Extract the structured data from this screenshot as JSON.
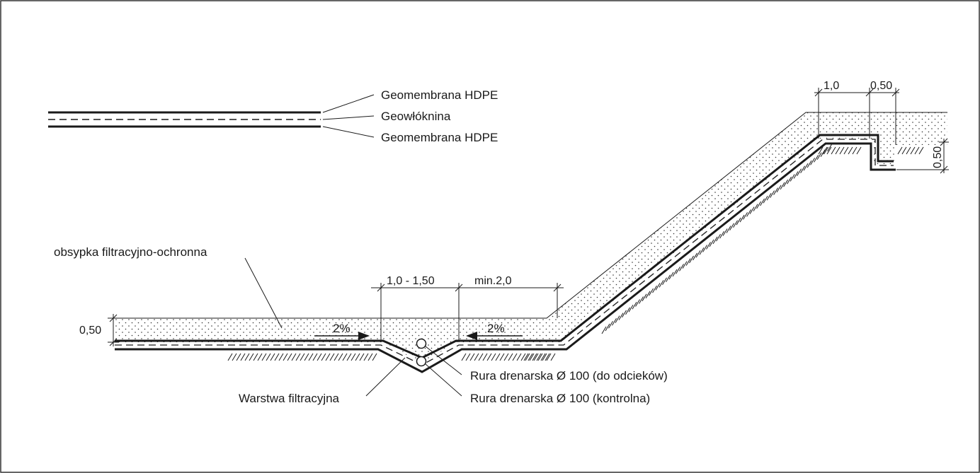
{
  "legend": {
    "membrane_top": "Geomembrana HDPE",
    "geotextile": "Geowłóknina",
    "membrane_bottom": "Geomembrana HDPE"
  },
  "labels": {
    "cover": "obsypka filtracyjno-ochronna",
    "filter_layer": "Warstwa filtracyjna",
    "pipe_leachate": "Rura drenarska Ø 100 (do odcieków)",
    "pipe_control": "Rura drenarska Ø 100 (kontrolna)"
  },
  "dimensions": {
    "cover_thickness": "0,50",
    "trench_width": "1,0 - 1,50",
    "min_width": "min.2,0",
    "anchor_berm": "1,0",
    "anchor_width": "0,50",
    "anchor_depth": "0,50"
  },
  "slopes": {
    "left": "2%",
    "right": "2%"
  },
  "colors": {
    "line": "#1a1a1a",
    "border": "#333333"
  }
}
